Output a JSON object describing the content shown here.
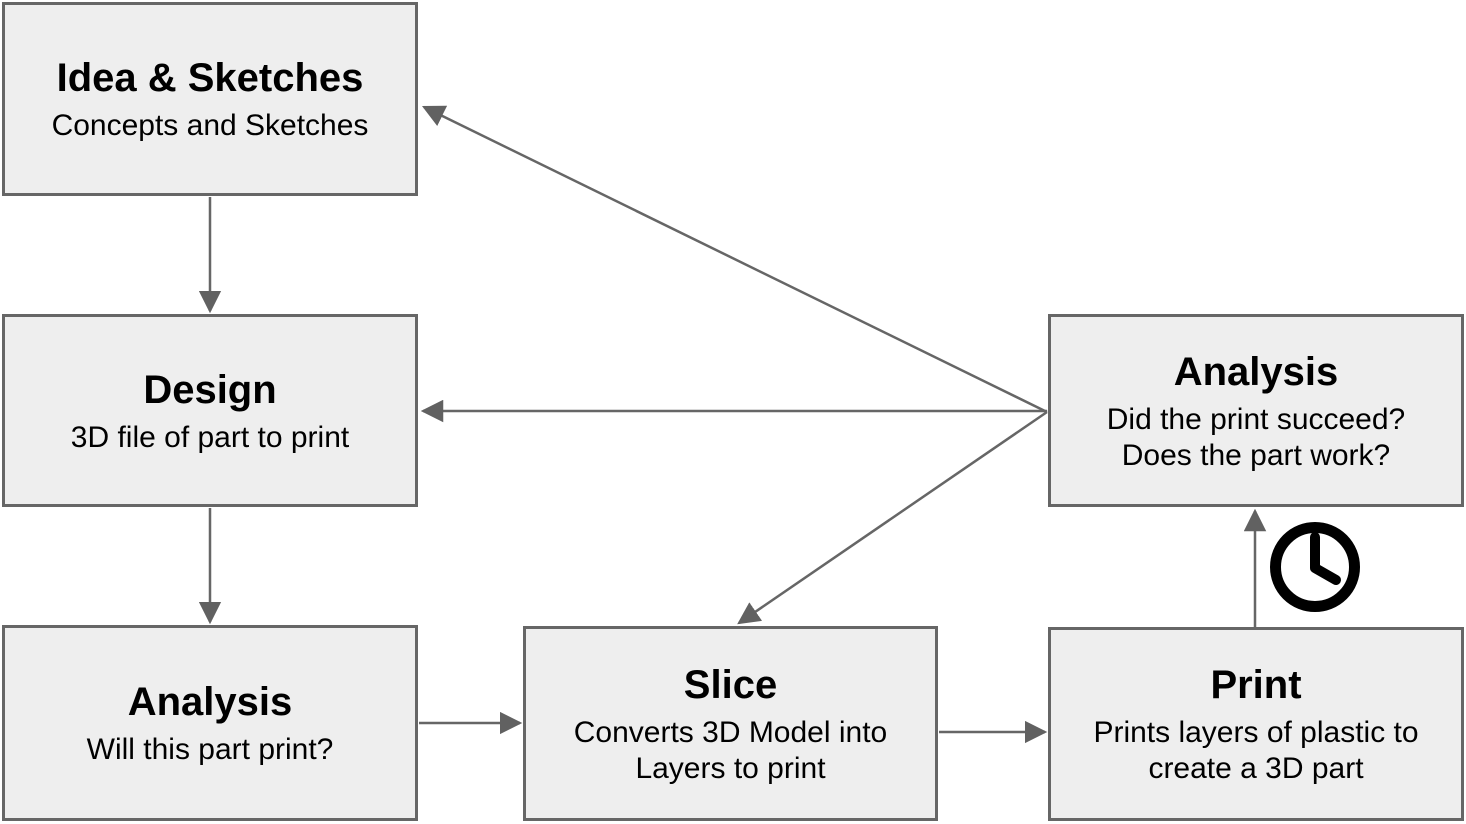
{
  "diagram": {
    "kind": "flowchart",
    "colors": {
      "background": "#ffffff",
      "node_fill": "#eeeeee",
      "node_border": "#666666",
      "connector": "#666666",
      "arrowhead": "#616161",
      "text": "#000000",
      "clock_icon": "#000000"
    },
    "nodes": {
      "idea": {
        "title": "Idea & Sketches",
        "subtitle": "Concepts and Sketches"
      },
      "design": {
        "title": "Design",
        "subtitle": "3D file of part to print"
      },
      "analysis_pre": {
        "title": "Analysis",
        "subtitle": "Will this part print?"
      },
      "slice": {
        "title": "Slice",
        "subtitle": "Converts 3D Model into\nLayers to print"
      },
      "print": {
        "title": "Print",
        "subtitle": "Prints layers of plastic to\ncreate a 3D part"
      },
      "analysis_post": {
        "title": "Analysis",
        "subtitle": "Did the print succeed?\nDoes the part work?"
      }
    },
    "edges": [
      {
        "from": "idea",
        "to": "design"
      },
      {
        "from": "design",
        "to": "analysis_pre"
      },
      {
        "from": "analysis_pre",
        "to": "slice"
      },
      {
        "from": "slice",
        "to": "print"
      },
      {
        "from": "print",
        "to": "analysis_post"
      },
      {
        "from": "analysis_post",
        "to": "design"
      },
      {
        "from": "analysis_post",
        "to": "idea"
      },
      {
        "from": "analysis_post",
        "to": "slice"
      }
    ],
    "icons": {
      "clock": "clock-icon"
    }
  }
}
